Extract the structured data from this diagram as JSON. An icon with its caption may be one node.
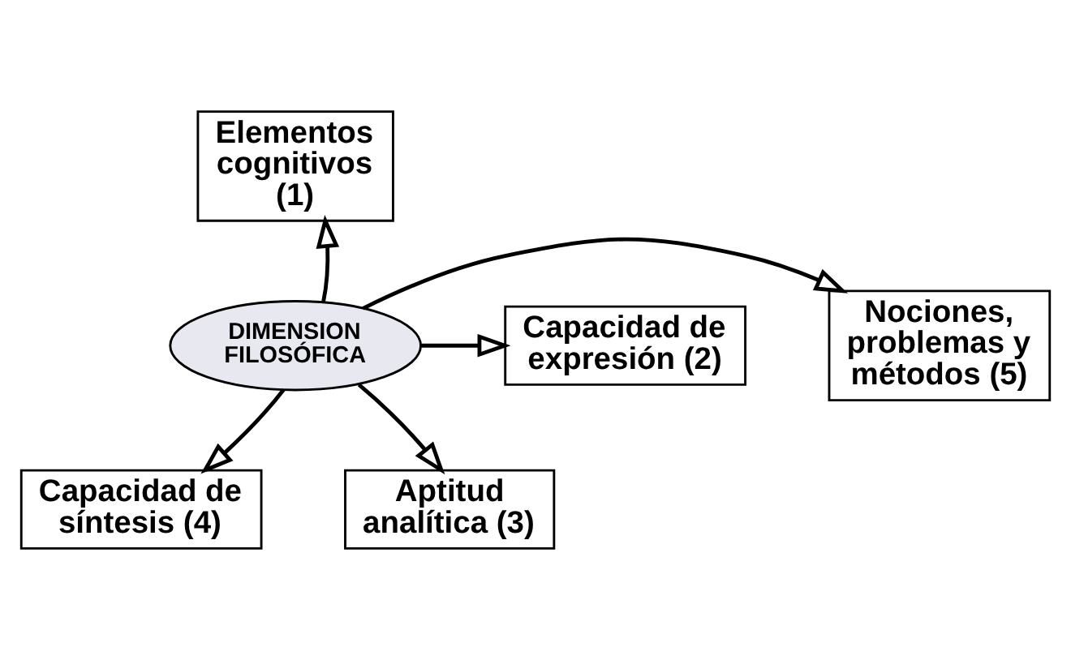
{
  "diagram": {
    "nodes": [
      {
        "text": [
          "Elementos cognitivos (1)"
        ]
      },
      {
        "text": [
          "Nociones, problemas y métodos (5)"
        ]
      },
      {
        "text": [
          "DIMENSION FILOSÓFICA"
        ]
      },
      {
        "text": [
          "Capacidad de expresión (2)"
        ]
      },
      {
        "text": [
          "Capacidad de síntesis (4)"
        ]
      },
      {
        "text": [
          "Aptitud analítica (3)"
        ]
      }
    ],
    "edges": [
      {
        "from": 2,
        "to": 0,
        "arrow": "to"
      },
      {
        "from": 2,
        "to": 3,
        "arrow": "to"
      },
      {
        "from": 2,
        "to": 5,
        "arrow": "to"
      },
      {
        "from": 2,
        "to": 4,
        "arrow": "to"
      },
      {
        "from": 2,
        "to": 1,
        "arrow": "to"
      }
    ]
  }
}
